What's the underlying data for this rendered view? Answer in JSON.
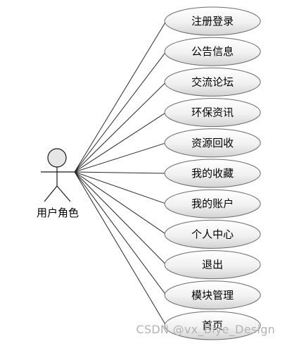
{
  "actor": {
    "label": "用户角色"
  },
  "use_cases": [
    {
      "label": "注册登录"
    },
    {
      "label": "公告信息"
    },
    {
      "label": "交流论坛"
    },
    {
      "label": "环保资讯"
    },
    {
      "label": "资源回收"
    },
    {
      "label": "我的收藏"
    },
    {
      "label": "我的账户"
    },
    {
      "label": "个人中心"
    },
    {
      "label": "退出"
    },
    {
      "label": "模块管理"
    },
    {
      "label": "首页"
    }
  ],
  "watermark": "CSDN @vx_Biye_Design",
  "colors": {
    "ellipse_fill_top": "#ffffff",
    "ellipse_fill_bottom": "#d6d6d6",
    "outline": "#6b6b6b"
  }
}
